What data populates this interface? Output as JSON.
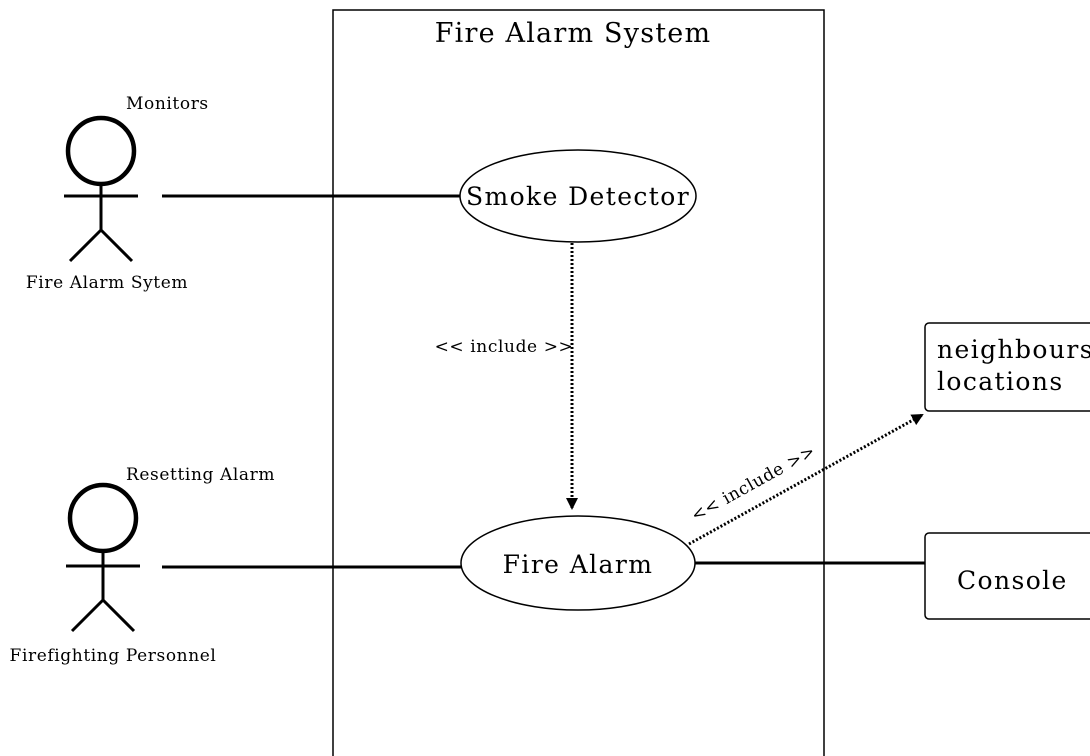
{
  "system": {
    "title": "Fire Alarm System"
  },
  "actors": {
    "top": {
      "name": "Fire Alarm Sytem",
      "role_label": "Monitors"
    },
    "bottom": {
      "name": "Firefighting Personnel",
      "role_label": "Resetting Alarm"
    }
  },
  "use_cases": {
    "smoke_detector": "Smoke Detector",
    "fire_alarm": "Fire Alarm"
  },
  "relations": {
    "include_vertical": "<< include >>",
    "include_diagonal": "<< include >>"
  },
  "external": {
    "neighbours": {
      "line1": "neighbours",
      "line2": "locations"
    },
    "console": "Console"
  }
}
